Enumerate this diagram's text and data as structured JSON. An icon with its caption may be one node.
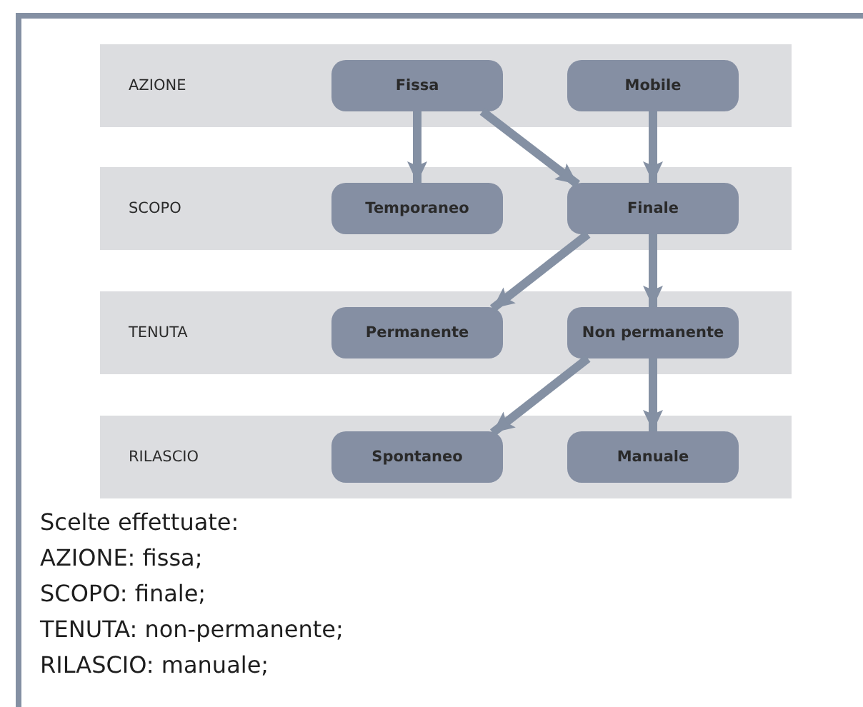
{
  "diagram": {
    "nodes": [
      {
        "text": [
          "AZIONE"
        ]
      },
      {
        "text": [
          "Fissa"
        ],
        "in": 0
      },
      {
        "text": [
          "Mobile"
        ],
        "in": 0
      },
      {
        "text": [
          "SCOPO"
        ]
      },
      {
        "text": [
          "Temporaneo"
        ],
        "in": 3
      },
      {
        "text": [
          "Finale"
        ],
        "in": 3
      },
      {
        "text": [
          "TENUTA"
        ]
      },
      {
        "text": [
          "Permanente"
        ],
        "in": 6
      },
      {
        "text": [
          "Non permanente"
        ],
        "in": 6
      },
      {
        "text": [
          "RILASCIO"
        ]
      },
      {
        "text": [
          "Spontaneo"
        ],
        "in": 9
      },
      {
        "text": [
          "Manuale"
        ],
        "in": 9
      }
    ],
    "edges": [
      {
        "from": 1,
        "to": 4,
        "arrow": "to"
      },
      {
        "from": 1,
        "to": 5,
        "arrow": "to"
      },
      {
        "from": 2,
        "to": 5,
        "arrow": "to"
      },
      {
        "from": 5,
        "to": 7,
        "arrow": "to"
      },
      {
        "from": 5,
        "to": 8,
        "arrow": "to"
      },
      {
        "from": 8,
        "to": 10,
        "arrow": "to"
      },
      {
        "from": 8,
        "to": 11,
        "arrow": "to"
      }
    ],
    "labels": [
      "Scelte effettuate:",
      "AZIONE: fissa;",
      "SCOPO: finale;",
      "TENUTA: non-permanente;",
      "RILASCIO: manuale;"
    ]
  }
}
